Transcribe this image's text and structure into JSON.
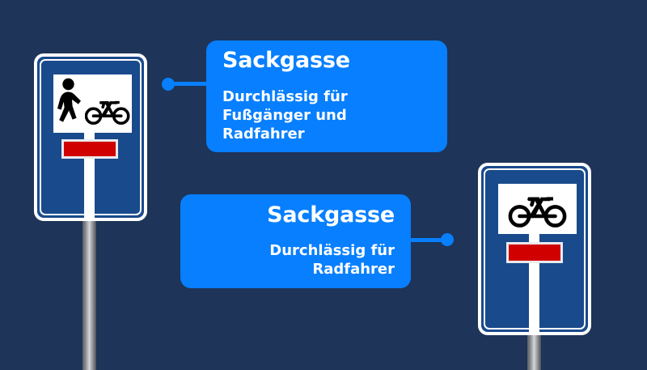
{
  "background_color": "#1e3458",
  "theme": {
    "callout_blue": "#077ffe",
    "sign_blue": "#194a8c",
    "sign_red": "#d00000",
    "sign_white": "#ffffff",
    "pole_gray": "#b9bcc0"
  },
  "callouts": [
    {
      "id": "callout-pedestrian-bike",
      "title": "Sackgasse",
      "body": "Durchlässig für\nFußgänger und Radfahrer",
      "align": "left"
    },
    {
      "id": "callout-bike",
      "title": "Sackgasse",
      "body": "Durchlässig für Radfahrer",
      "align": "right"
    }
  ],
  "signs": [
    {
      "id": "sign-pedestrian-bike",
      "name": "Sackgasse durchlässig für Fußgänger und Radfahrer",
      "glyphs": [
        "pedestrian-icon",
        "bicycle-icon"
      ]
    },
    {
      "id": "sign-bike",
      "name": "Sackgasse durchlässig für Radfahrer",
      "glyphs": [
        "bicycle-icon"
      ]
    }
  ],
  "connectors": [
    {
      "id": "connector-to-callout-1",
      "from": "sign-pedestrian-bike",
      "to": "callout-pedestrian-bike"
    },
    {
      "id": "connector-to-callout-2",
      "from": "callout-bike",
      "to": "sign-bike"
    }
  ]
}
